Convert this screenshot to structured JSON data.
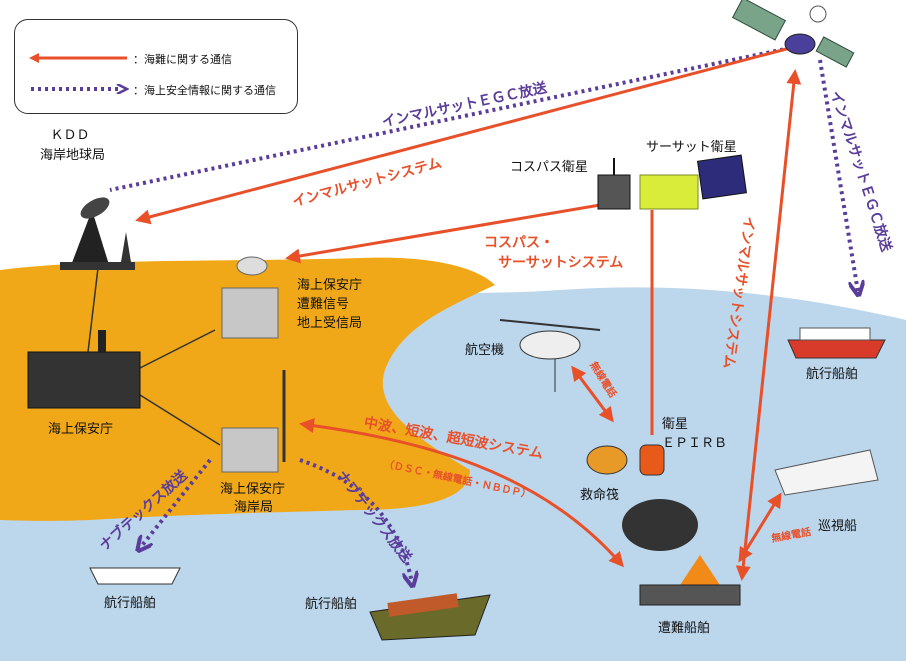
{
  "legend": {
    "distress": "：海難に関する通信",
    "safety": "：海上安全情報に関する通信"
  },
  "nodes": {
    "kdd_line1": "ＫＤＤ",
    "kdd_line2": "海岸地球局",
    "cospas": "コスパス衛星",
    "sarsat": "サーサット衛星",
    "jcg_station_1": "海上保安庁",
    "jcg_station_2": "遭難信号",
    "jcg_station_3": "地上受信局",
    "jcg_hq": "海上保安庁",
    "coast_1": "海上保安庁",
    "coast_2": "海岸局",
    "aircraft": "航空機",
    "epirb_1": "衛星",
    "epirb_2": "ＥＰＩＲＢ",
    "liferaft": "救命筏",
    "ship_right": "航行船舶",
    "patrol": "巡視船",
    "distress_ship": "遭難船舶",
    "ship_left": "航行船舶",
    "ship_center": "航行船舶"
  },
  "links": {
    "inmarsat_egc_top": "インマルサットＥＧＣ放送",
    "inmarsat_system": "インマルサットシステム",
    "inmarsat_egc_right": "インマルサットＥＧＣ放送",
    "cospas_sarsat_1": "コスパス・",
    "cospas_sarsat_2": "サーサットシステム",
    "inmarsat_system_vertical": "インマルサットシステム",
    "radio_phone_air": "無線電話",
    "radio_phone_patrol": "無線電話",
    "mf_hf": "中波、短波、超短波システム",
    "mf_hf_sub": "（ＤＳＣ・無線電話・ＮＢＤＰ）",
    "navtex_left": "ナブテックス放送",
    "navtex_right": "ナブテックス放送"
  },
  "colors": {
    "distress": "#e8502a",
    "safety": "#5a3c9a",
    "land": "#f0a818",
    "sea": "#bcd6ec"
  },
  "icons": [
    "inmarsat-satellite-icon",
    "cospas-satellite-icon",
    "sarsat-satellite-icon",
    "antenna-dish-icon",
    "building-icon",
    "radio-tower-icon",
    "helicopter-icon",
    "liferaft-icon",
    "epirb-buoy-icon",
    "ship-icon",
    "patrol-ship-icon",
    "burning-ship-icon",
    "cargo-ship-icon"
  ]
}
